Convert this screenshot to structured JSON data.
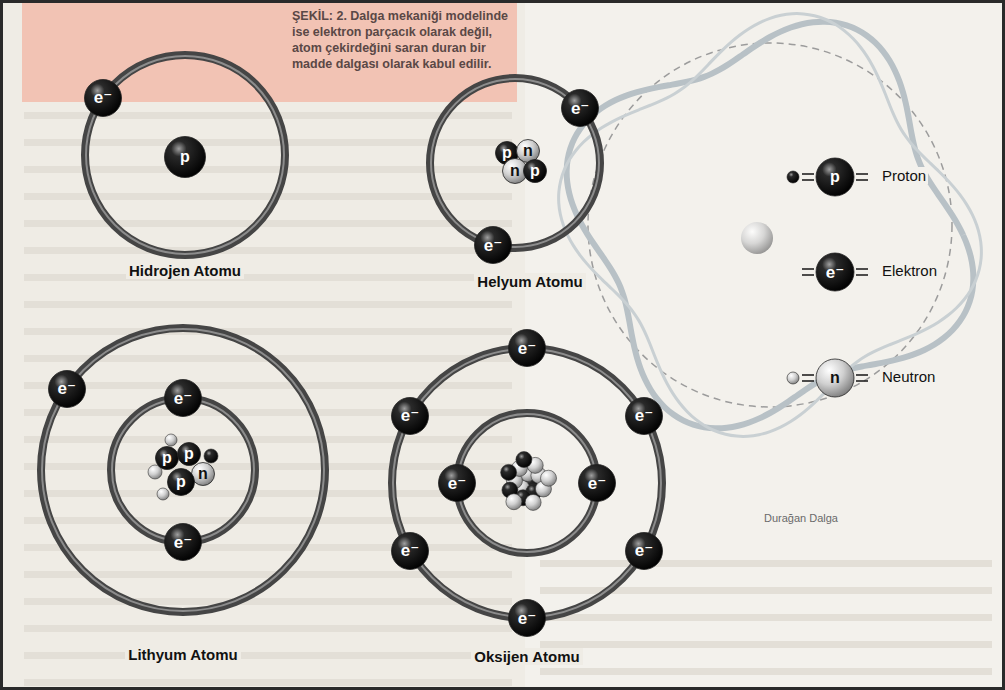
{
  "diagram": {
    "caption": "ŞEKİL: 2. Dalga mekaniği modelinde ise elektron parçacık olarak değil, atom çekirdeğini saran duran bir madde dalgası olarak kabul edilir.",
    "nodes": [
      {
        "text": [
          "Hidrojen Atomu"
        ]
      },
      {
        "text": [
          "e⁻"
        ],
        "in": 0
      },
      {
        "text": [
          "p"
        ],
        "in": 0
      },
      {
        "text": [
          "Helyum Atomu"
        ]
      },
      {
        "text": [
          "e⁻"
        ],
        "in": 3
      },
      {
        "text": [
          "e⁻"
        ],
        "in": 3
      },
      {
        "text": [
          "p"
        ],
        "in": 3
      },
      {
        "text": [
          "n"
        ],
        "in": 3
      },
      {
        "text": [
          "n"
        ],
        "in": 3
      },
      {
        "text": [
          "p"
        ],
        "in": 3
      },
      {
        "text": [
          "Lithyum Atomu"
        ]
      },
      {
        "text": [
          "e⁻"
        ],
        "in": 10
      },
      {
        "text": [
          "e⁻"
        ],
        "in": 10
      },
      {
        "text": [
          "e⁻"
        ],
        "in": 10
      },
      {
        "text": [
          "p"
        ],
        "in": 10
      },
      {
        "text": [
          "p"
        ],
        "in": 10
      },
      {
        "text": [
          "n"
        ],
        "in": 10
      },
      {
        "text": [
          "p"
        ],
        "in": 10
      },
      {
        "text": [
          "Oksijen Atomu"
        ]
      },
      {
        "text": [
          "e⁻"
        ],
        "in": 18
      },
      {
        "text": [
          "e⁻"
        ],
        "in": 18
      },
      {
        "text": [
          "e⁻"
        ],
        "in": 18
      },
      {
        "text": [
          "e⁻"
        ],
        "in": 18
      },
      {
        "text": [
          "e⁻"
        ],
        "in": 18
      },
      {
        "text": [
          "e⁻"
        ],
        "in": 18
      },
      {
        "text": [
          "e⁻"
        ],
        "in": 18
      },
      {
        "text": [
          "e⁻"
        ],
        "in": 18
      }
    ],
    "labels": [
      "p",
      "e⁻",
      "n",
      "Durağan Dalga"
    ],
    "legend": [
      {
        "text": "Proton"
      },
      {
        "text": "Elektron"
      },
      {
        "text": "Neutron"
      }
    ]
  }
}
